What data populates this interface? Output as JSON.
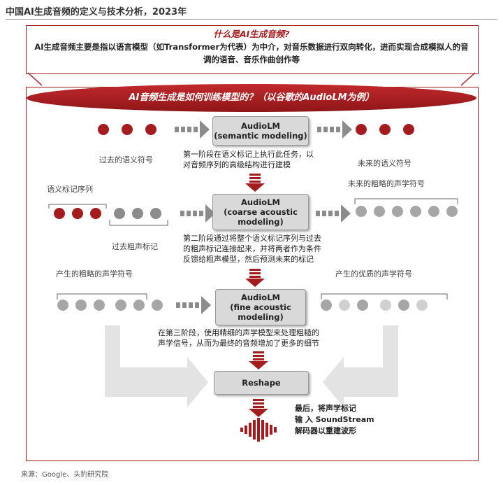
{
  "title": "中国AI生成音频的定义与技术分析，2023年",
  "question": "什么是AI生成音频?",
  "description": "AI生成音频主要是指以语言模型（如Transformer为代表）为中介，对音乐数据进行双向转化，进而实现合成模拟人的音调的语音、音乐作曲创作等",
  "banner": "AI音频生成是如何训练模型的？（以谷歌的AudioLM为例）",
  "nodes": {
    "semantic": [
      "AudioLM",
      "(semantic modeling)"
    ],
    "coarse": [
      "AudioLM",
      "(coarse acoustic",
      "modeling)"
    ],
    "fine": [
      "AudioLM",
      "(fine acoustic",
      "modeling)"
    ],
    "reshape": "Reshape"
  },
  "labels": {
    "past_semantic": "过去的语义符号",
    "future_semantic": "未来的语义符号",
    "semantic_seq": "语义标记序列",
    "past_coarse": "过去粗声标记",
    "future_coarse": "未来的粗略的声学符号",
    "gen_coarse": "产生的粗略的声学符号",
    "gen_fine": "产生的优质的声学符号"
  },
  "steps": {
    "s1": [
      "第一阶段在语义标记上执行此任务，以",
      "对音频序列的高级结构进行建模"
    ],
    "s2": [
      "第二阶段通过将整个语义标记序列与过去",
      "的粗声标记连接起来，并将两者作为条件",
      "反馈给粗声模型，然后预测未来的标记"
    ],
    "s3": [
      "在第三阶段，使用精细的声学模型来处理粗糙的",
      "声学信号，从而为最终的音频增加了更多的细节"
    ],
    "final": [
      "最后，将声学标记",
      "输 入 SoundStream",
      "解码器以重建波形"
    ]
  },
  "source": "来源：Google、头豹研究院",
  "colors": {
    "accent": "#a51c1f",
    "node": "#d9d9d9",
    "dot_gray": "#a6a6a6",
    "dot_light": "#d0d0d0"
  },
  "icons": [
    "dotted-arrow-icon",
    "down-arrow-icon",
    "waveform-icon"
  ]
}
